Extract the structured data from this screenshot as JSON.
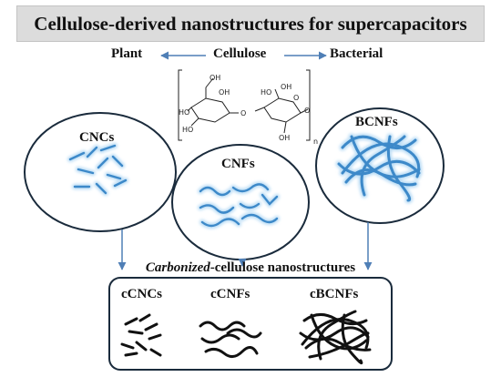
{
  "title": "Cellulose-derived nanostructures for supercapacitors",
  "top_row": {
    "left": "Plant",
    "center": "Cellulose",
    "right": "Bacterial"
  },
  "molecule": {
    "oh1": "OH",
    "oh2": "HO",
    "oh3": "HO",
    "oh4": "OH",
    "o1": "O",
    "ho5": "HO",
    "oh6": "OH",
    "o2": "O",
    "oh7": "OH",
    "o3": "O",
    "n": "n"
  },
  "nodes": {
    "cncs": "CNCs",
    "cnfs": "CNFs",
    "bcnfs": "BCNFs"
  },
  "carbonized": {
    "italic": "Carbonized",
    "rest": "-cellulose nanostructures",
    "items": [
      "cCNCs",
      "cCNFs",
      "cBCNFs"
    ]
  },
  "colors": {
    "arrow": "#4f7fb6",
    "fiber_blue": "#3d89c9",
    "fiber_glow": "#b9dcf5",
    "outline": "#1a2b3c",
    "black_fiber": "#111111"
  }
}
